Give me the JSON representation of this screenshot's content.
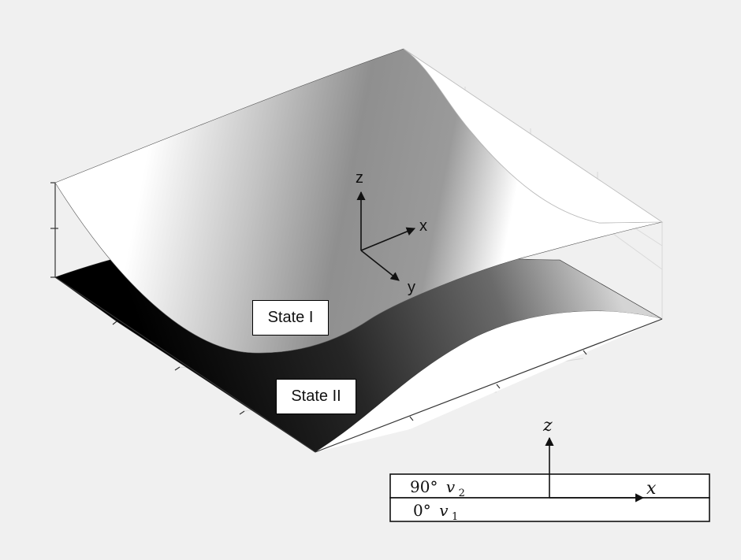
{
  "figure": {
    "background_color": "#f0f0f0",
    "state_labels": {
      "state_1": "State I",
      "state_2": "State II"
    },
    "axes_3d": {
      "z": "z",
      "x": "x",
      "y": "y"
    },
    "laminate": {
      "axis_z": "z",
      "axis_x": "x",
      "plies": [
        {
          "angle": "90°",
          "var": "v",
          "sub": "2"
        },
        {
          "angle": "0°",
          "var": "v",
          "sub": "1"
        }
      ]
    }
  }
}
